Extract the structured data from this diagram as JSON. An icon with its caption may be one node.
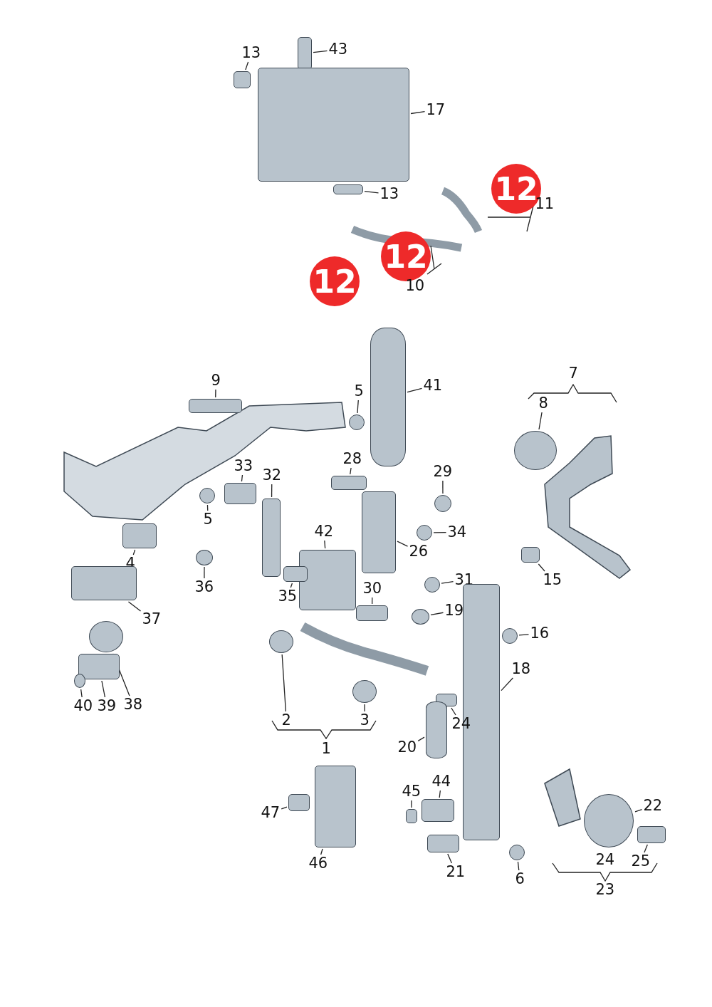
{
  "diagram": {
    "nodes": [
      {
        "text": [
          "13"
        ]
      },
      {
        "text": [],
        "shape": "box"
      },
      {
        "text": [
          "43"
        ]
      },
      {
        "text": [],
        "shape": "box"
      },
      {
        "text": [
          "17"
        ]
      },
      {
        "text": [],
        "shape": "box"
      },
      {
        "text": [
          "13"
        ]
      },
      {
        "text": [],
        "shape": "box"
      },
      {
        "text": [
          "41"
        ]
      },
      {
        "text": [],
        "shape": "cylinder"
      },
      {
        "text": [
          "9"
        ]
      },
      {
        "text": [],
        "shape": "box"
      },
      {
        "text": [
          "5"
        ]
      },
      {
        "text": [],
        "shape": "circle"
      },
      {
        "text": [
          "28"
        ]
      },
      {
        "text": [],
        "shape": "box"
      },
      {
        "text": [
          "29"
        ]
      },
      {
        "text": [],
        "shape": "circle"
      },
      {
        "text": [
          "33"
        ]
      },
      {
        "text": [],
        "shape": "box"
      },
      {
        "text": [
          "32"
        ]
      },
      {
        "text": [],
        "shape": "box"
      },
      {
        "text": [
          "5"
        ]
      },
      {
        "text": [],
        "shape": "circle"
      },
      {
        "text": [
          "42"
        ]
      },
      {
        "text": [],
        "shape": "box"
      },
      {
        "text": [
          "34"
        ]
      },
      {
        "text": [],
        "shape": "circle"
      },
      {
        "text": [
          "26"
        ]
      },
      {
        "text": [],
        "shape": "box"
      },
      {
        "text": [
          "4"
        ]
      },
      {
        "text": [],
        "shape": "box"
      },
      {
        "text": [
          "36"
        ]
      },
      {
        "text": [],
        "shape": "circle"
      },
      {
        "text": [
          "35"
        ]
      },
      {
        "text": [],
        "shape": "box"
      },
      {
        "text": [
          "31"
        ]
      },
      {
        "text": [],
        "shape": "circle"
      },
      {
        "text": [
          "30"
        ]
      },
      {
        "text": [],
        "shape": "box"
      },
      {
        "text": [
          "19"
        ]
      },
      {
        "text": [],
        "shape": "circle"
      },
      {
        "text": [
          "16"
        ]
      },
      {
        "text": [],
        "shape": "circle"
      },
      {
        "text": [
          "15"
        ]
      },
      {
        "text": [],
        "shape": "box"
      },
      {
        "text": [
          "18"
        ]
      },
      {
        "text": [],
        "shape": "box"
      },
      {
        "text": [
          "37"
        ]
      },
      {
        "text": [],
        "shape": "box"
      },
      {
        "text": [
          "38"
        ]
      },
      {
        "text": [],
        "shape": "circle"
      },
      {
        "text": [
          "39"
        ]
      },
      {
        "text": [],
        "shape": "box"
      },
      {
        "text": [
          "40"
        ]
      },
      {
        "text": [],
        "shape": "circle"
      },
      {
        "text": [
          "2"
        ]
      },
      {
        "text": [],
        "shape": "circle"
      },
      {
        "text": [
          "3"
        ]
      },
      {
        "text": [],
        "shape": "circle"
      },
      {
        "text": [
          "24"
        ]
      },
      {
        "text": [],
        "shape": "box"
      },
      {
        "text": [
          "20"
        ]
      },
      {
        "text": [],
        "shape": "cylinder"
      },
      {
        "text": [
          "44"
        ]
      },
      {
        "text": [],
        "shape": "box"
      },
      {
        "text": [
          "45"
        ]
      },
      {
        "text": [],
        "shape": "box"
      },
      {
        "text": [
          "47"
        ]
      },
      {
        "text": [],
        "shape": "box"
      },
      {
        "text": [
          "46"
        ]
      },
      {
        "text": [],
        "shape": "box"
      },
      {
        "text": [
          "21"
        ]
      },
      {
        "text": [],
        "shape": "box"
      },
      {
        "text": [
          "6"
        ]
      },
      {
        "text": [],
        "shape": "circle"
      },
      {
        "text": [
          "22"
        ]
      },
      {
        "text": [],
        "shape": "circle"
      },
      {
        "text": [
          "25"
        ]
      },
      {
        "text": [],
        "shape": "box"
      },
      {
        "text": [
          "8"
        ]
      },
      {
        "text": [],
        "shape": "circle"
      },
      {
        "text": [
          "12"
        ]
      },
      {
        "text": [
          "12"
        ]
      },
      {
        "text": [
          "12"
        ]
      }
    ],
    "edges": [
      {
        "from": 0,
        "to": 1,
        "arrow": "none"
      },
      {
        "from": 2,
        "to": 3,
        "arrow": "none"
      },
      {
        "from": 4,
        "to": 5,
        "arrow": "none"
      },
      {
        "from": 6,
        "to": 7,
        "arrow": "none"
      },
      {
        "from": 8,
        "to": 9,
        "arrow": "none"
      },
      {
        "from": 10,
        "to": 11,
        "arrow": "none"
      },
      {
        "from": 12,
        "to": 13,
        "arrow": "none"
      },
      {
        "from": 14,
        "to": 15,
        "arrow": "none"
      },
      {
        "from": 16,
        "to": 17,
        "arrow": "none"
      },
      {
        "from": 18,
        "to": 19,
        "arrow": "none"
      },
      {
        "from": 20,
        "to": 21,
        "arrow": "none"
      },
      {
        "from": 22,
        "to": 23,
        "arrow": "none"
      },
      {
        "from": 24,
        "to": 25,
        "arrow": "none"
      },
      {
        "from": 26,
        "to": 27,
        "arrow": "none"
      },
      {
        "from": 28,
        "to": 29,
        "arrow": "none"
      },
      {
        "from": 30,
        "to": 31,
        "arrow": "none"
      },
      {
        "from": 32,
        "to": 33,
        "arrow": "none"
      },
      {
        "from": 34,
        "to": 35,
        "arrow": "none"
      },
      {
        "from": 36,
        "to": 37,
        "arrow": "none"
      },
      {
        "from": 38,
        "to": 39,
        "arrow": "none"
      },
      {
        "from": 40,
        "to": 41,
        "arrow": "none"
      },
      {
        "from": 42,
        "to": 43,
        "arrow": "none"
      },
      {
        "from": 44,
        "to": 45,
        "arrow": "none"
      },
      {
        "from": 46,
        "to": 47,
        "arrow": "none"
      },
      {
        "from": 48,
        "to": 49,
        "arrow": "none"
      },
      {
        "from": 50,
        "to": 51,
        "arrow": "none"
      },
      {
        "from": 52,
        "to": 53,
        "arrow": "none"
      },
      {
        "from": 54,
        "to": 55,
        "arrow": "none"
      },
      {
        "from": 56,
        "to": 57,
        "arrow": "none"
      },
      {
        "from": 58,
        "to": 59,
        "arrow": "none"
      },
      {
        "from": 60,
        "to": 61,
        "arrow": "none"
      },
      {
        "from": 62,
        "to": 63,
        "arrow": "none"
      },
      {
        "from": 64,
        "to": 65,
        "arrow": "none"
      },
      {
        "from": 66,
        "to": 67,
        "arrow": "none"
      },
      {
        "from": 68,
        "to": 69,
        "arrow": "none"
      },
      {
        "from": 70,
        "to": 71,
        "arrow": "none"
      },
      {
        "from": 72,
        "to": 73,
        "arrow": "none"
      },
      {
        "from": 74,
        "to": 75,
        "arrow": "none"
      },
      {
        "from": 76,
        "to": 77,
        "arrow": "none"
      },
      {
        "from": 78,
        "to": 79,
        "arrow": "none"
      },
      {
        "from": 80,
        "to": 81,
        "arrow": "none"
      }
    ],
    "labels": [
      "11",
      "10",
      "7",
      "1",
      "24",
      "23"
    ]
  }
}
